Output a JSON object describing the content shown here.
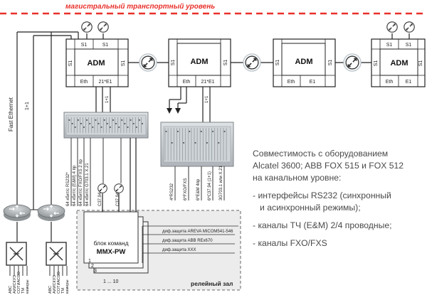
{
  "backbone_label": "магистральный транспортный уровень",
  "adm": [
    {
      "title": "ADM",
      "s_top_left": "S1",
      "s_top_right": "S1",
      "s_left": "S1",
      "s_right": "S1",
      "p_left": "Eth",
      "p_right": "21*E1"
    },
    {
      "title": "ADM",
      "s_left": "S1",
      "s_right": "S1",
      "p_left": "Eth",
      "p_right": "21*E1"
    },
    {
      "title": "ADM",
      "s_left": "S1",
      "s_right": "S1",
      "p_left": "Eth",
      "p_right": "E1"
    },
    {
      "title": "ADM",
      "s_top_left": "S1",
      "s_top_right": "S1",
      "s_left": "S1",
      "s_right": "S1",
      "p_left": "Eth",
      "p_right": "E1"
    }
  ],
  "fast_ethernet": "Fast Ethernet",
  "one_plus_one": "1+1",
  "left_vert_labels": [
    "АВС",
    "АИИСКУЭ",
    "СОТИАССО",
    "ТМ",
    "камеры"
  ],
  "mux1_labels": [
    "64 кбит/с RS232*",
    "64 кбит/с (E&M) 4 пр",
    "64 кбит/с FXO/FXS 2 пр",
    "64 кбит/с G703.1 X.21",
    "C37.94",
    "C37.94"
  ],
  "mux2_labels": [
    "4*RS232",
    "6*FXO/FXS",
    "6*E&M 4пр",
    "6*C37.94 (1+1)",
    "3G703.1 или X.21"
  ],
  "relay": {
    "title_line1": "блок команд",
    "title_line2": "MMX-PW",
    "numbers": [
      "1",
      "2",
      "3"
    ],
    "scale": "1 ... 10",
    "lines": [
      "диф.защита AREVA MICOM541-546",
      "диф.защита ABB REx670",
      "диф.защита XXX"
    ],
    "room": "релейный зал"
  },
  "info": {
    "intro": [
      "Совместимость с оборудованием",
      "Alcatel 3600; ABB FOX 515 и FOX 512",
      "на канальном уровне:"
    ],
    "b1": [
      "- интерфейсы RS232 (синхронный",
      "и асинхронный режимы);"
    ],
    "b2": "- каналы ТЧ (E&M) 2/4 проводные;",
    "b3": "- каналы FXO/FXS"
  },
  "colors": {
    "backbone": "#e8302a",
    "line": "#222222",
    "text": "#4a4a4a",
    "relay_bg": "#ececec"
  }
}
